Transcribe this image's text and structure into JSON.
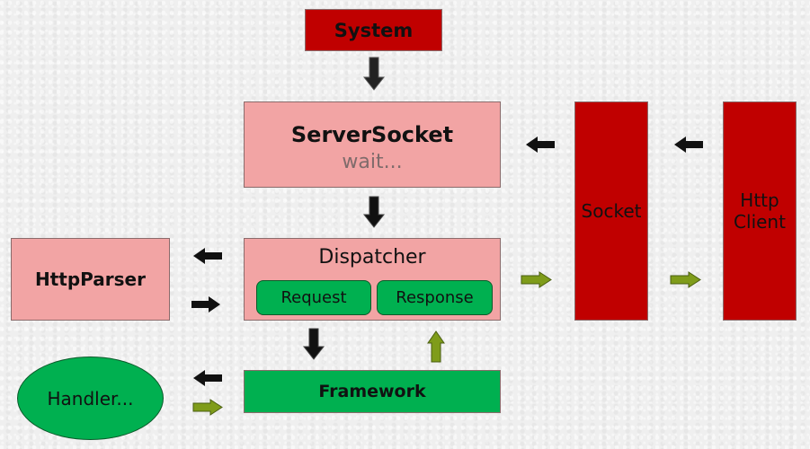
{
  "nodes": {
    "system": "System",
    "server_socket_title": "ServerSocket",
    "server_socket_sub": "wait...",
    "dispatcher": "Dispatcher",
    "request": "Request",
    "response": "Response",
    "http_parser": "HttpParser",
    "framework": "Framework",
    "handler": "Handler...",
    "socket": "Socket",
    "http_client_line1": "Http",
    "http_client_line2": "Client"
  },
  "colors": {
    "dark_red": "#c00000",
    "pink": "#f2a4a4",
    "green": "#00b050",
    "arrow_black": "#111111",
    "arrow_olive": "#7f9c1a"
  },
  "arrows": [
    {
      "from": "system",
      "to": "server_socket",
      "color": "black"
    },
    {
      "from": "server_socket",
      "to": "dispatcher",
      "color": "black"
    },
    {
      "from": "dispatcher",
      "to": "http_parser",
      "color": "black"
    },
    {
      "from": "http_parser",
      "to": "dispatcher",
      "color": "black"
    },
    {
      "from": "dispatcher",
      "to": "framework",
      "color": "black"
    },
    {
      "from": "framework",
      "to": "dispatcher",
      "color": "olive"
    },
    {
      "from": "framework",
      "to": "handler",
      "color": "black"
    },
    {
      "from": "handler",
      "to": "framework",
      "color": "olive"
    },
    {
      "from": "socket",
      "to": "server_socket",
      "color": "black"
    },
    {
      "from": "http_client",
      "to": "socket",
      "color": "black"
    },
    {
      "from": "dispatcher",
      "to": "socket",
      "color": "olive"
    },
    {
      "from": "socket",
      "to": "http_client",
      "color": "olive"
    }
  ]
}
